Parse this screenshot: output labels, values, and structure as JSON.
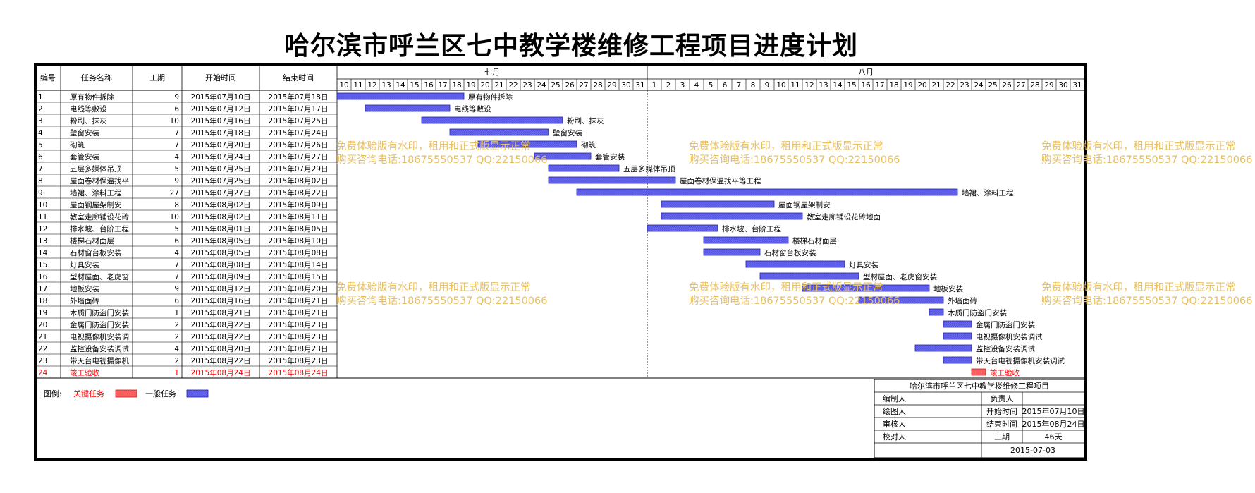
{
  "title": "哈尔滨市呼兰区七中教学楼维修工程项目进度计划",
  "table_headers": {
    "num": "编号",
    "name": "任务名称",
    "duration": "工期",
    "start": "开始时间",
    "end": "结束时间"
  },
  "months": [
    "七月",
    "八月"
  ],
  "july_days": [
    "10",
    "11",
    "12",
    "13",
    "14",
    "15",
    "16",
    "17",
    "18",
    "19",
    "20",
    "21",
    "22",
    "23",
    "24",
    "25",
    "26",
    "27",
    "28",
    "29",
    "30",
    "31"
  ],
  "august_days": [
    "1",
    "2",
    "3",
    "4",
    "5",
    "6",
    "7",
    "8",
    "9",
    "10",
    "11",
    "12",
    "13",
    "14",
    "15",
    "16",
    "17",
    "18",
    "19",
    "20",
    "21",
    "22",
    "23",
    "24",
    "25",
    "26",
    "27",
    "28",
    "29",
    "30",
    "31"
  ],
  "legend": {
    "label": "图例:",
    "critical_label": "关键任务",
    "normal_label": "一般任务"
  },
  "colors": {
    "normal_bar": "#6666ee",
    "critical_bar": "#ff6666",
    "critical_text": "#ff0000",
    "watermark": "#e8c060"
  },
  "watermark": {
    "line1": "免费体验版有水印，租用和正式版显示正常",
    "line2": "购买咨询电话:18675550537 QQ:22150066"
  },
  "info_box": {
    "title": "哈尔滨市呼兰区七中教学楼维修工程项目",
    "rows": [
      {
        "left": "编制人",
        "left_value": "",
        "right": "负责人",
        "right_value": ""
      },
      {
        "left": "绘图人",
        "left_value": "",
        "right": "开始时间",
        "right_value": "2015年07月10日"
      },
      {
        "left": "审核人",
        "left_value": "",
        "right": "结束时间",
        "right_value": "2015年08月24日"
      },
      {
        "left": "校对人",
        "left_value": "",
        "right": "工期",
        "right_value": "46天"
      }
    ],
    "date": "2015-07-03"
  },
  "chart_data": {
    "type": "gantt",
    "x_range": [
      "2015-07-10",
      "2015-08-31"
    ],
    "tasks": [
      {
        "id": "1",
        "name": "原有物件拆除",
        "duration": 9,
        "start": "2015年07月10日",
        "end": "2015年07月18日",
        "critical": false
      },
      {
        "id": "2",
        "name": "电线等敷设",
        "duration": 6,
        "start": "2015年07月12日",
        "end": "2015年07月17日",
        "critical": false
      },
      {
        "id": "3",
        "name": "粉刷、抹灰",
        "duration": 10,
        "start": "2015年07月16日",
        "end": "2015年07月25日",
        "critical": false
      },
      {
        "id": "4",
        "name": "壁窗安装",
        "duration": 7,
        "start": "2015年07月18日",
        "end": "2015年07月24日",
        "critical": false
      },
      {
        "id": "5",
        "name": "砌筑",
        "duration": 7,
        "start": "2015年07月20日",
        "end": "2015年07月26日",
        "critical": false
      },
      {
        "id": "6",
        "name": "套管安装",
        "duration": 4,
        "start": "2015年07月24日",
        "end": "2015年07月27日",
        "critical": false
      },
      {
        "id": "7",
        "name": "五层多媒体吊顶",
        "duration": 5,
        "start": "2015年07月25日",
        "end": "2015年07月29日",
        "critical": false
      },
      {
        "id": "8",
        "name": "屋面卷材保温找平等工程",
        "duration": 9,
        "start": "2015年07月25日",
        "end": "2015年08月02日",
        "critical": false
      },
      {
        "id": "9",
        "name": "墙裙、涂料工程",
        "duration": 27,
        "start": "2015年07月27日",
        "end": "2015年08月22日",
        "critical": false
      },
      {
        "id": "10",
        "name": "屋面钢屋架制安",
        "duration": 8,
        "start": "2015年08月02日",
        "end": "2015年08月09日",
        "critical": false
      },
      {
        "id": "11",
        "name": "教室走廊铺设花砖地面",
        "duration": 10,
        "start": "2015年08月02日",
        "end": "2015年08月11日",
        "critical": false
      },
      {
        "id": "12",
        "name": "排水坡、台阶工程",
        "duration": 5,
        "start": "2015年08月01日",
        "end": "2015年08月05日",
        "critical": false
      },
      {
        "id": "13",
        "name": "楼梯石材面层",
        "duration": 6,
        "start": "2015年08月05日",
        "end": "2015年08月10日",
        "critical": false
      },
      {
        "id": "14",
        "name": "石材窗台板安装",
        "duration": 4,
        "start": "2015年08月05日",
        "end": "2015年08月08日",
        "critical": false
      },
      {
        "id": "15",
        "name": "灯具安装",
        "duration": 7,
        "start": "2015年08月08日",
        "end": "2015年08月14日",
        "critical": false
      },
      {
        "id": "16",
        "name": "型材屋面、老虎窗安装",
        "duration": 7,
        "start": "2015年08月09日",
        "end": "2015年08月15日",
        "critical": false
      },
      {
        "id": "17",
        "name": "地板安装",
        "duration": 9,
        "start": "2015年08月12日",
        "end": "2015年08月20日",
        "critical": false
      },
      {
        "id": "18",
        "name": "外墙面砖",
        "duration": 6,
        "start": "2015年08月16日",
        "end": "2015年08月21日",
        "critical": false
      },
      {
        "id": "19",
        "name": "木质门防盗门安装",
        "duration": 1,
        "start": "2015年08月21日",
        "end": "2015年08月21日",
        "critical": false
      },
      {
        "id": "20",
        "name": "金属门防盗门安装",
        "duration": 2,
        "start": "2015年08月22日",
        "end": "2015年08月23日",
        "critical": false
      },
      {
        "id": "21",
        "name": "电视摄像机安装调试",
        "duration": 2,
        "start": "2015年08月22日",
        "end": "2015年08月23日",
        "critical": false
      },
      {
        "id": "22",
        "name": "监控设备安装调试",
        "duration": 4,
        "start": "2015年08月20日",
        "end": "2015年08月23日",
        "critical": false
      },
      {
        "id": "23",
        "name": "带天台电视摄像机安装调试",
        "duration": 2,
        "start": "2015年08月22日",
        "end": "2015年08月23日",
        "critical": false
      },
      {
        "id": "24",
        "name": "竣工验收",
        "duration": 1,
        "start": "2015年08月24日",
        "end": "2015年08月24日",
        "critical": true
      }
    ]
  }
}
